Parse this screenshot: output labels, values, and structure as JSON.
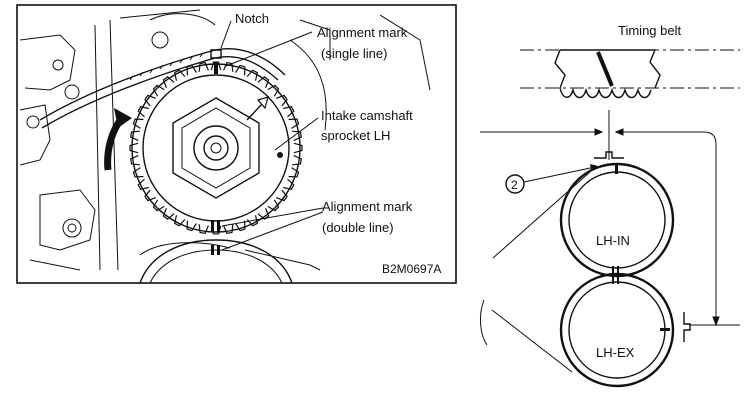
{
  "left_figure": {
    "labels": {
      "notch": "Notch",
      "alignment_single_1": "Alignment mark",
      "alignment_single_2": "(single line)",
      "sprocket_1": "Intake camshaft",
      "sprocket_2": "sprocket LH",
      "alignment_double_1": "Alignment mark",
      "alignment_double_2": "(double line)",
      "figure_code": "B2M0697A"
    }
  },
  "right_figure": {
    "labels": {
      "timing_belt": "Timing belt",
      "callout_number": "2",
      "intake_sprocket": "LH-IN",
      "exhaust_sprocket": "LH-EX"
    }
  },
  "icons": [
    "rotation-arrow-icon",
    "direction-arrow-icon"
  ]
}
